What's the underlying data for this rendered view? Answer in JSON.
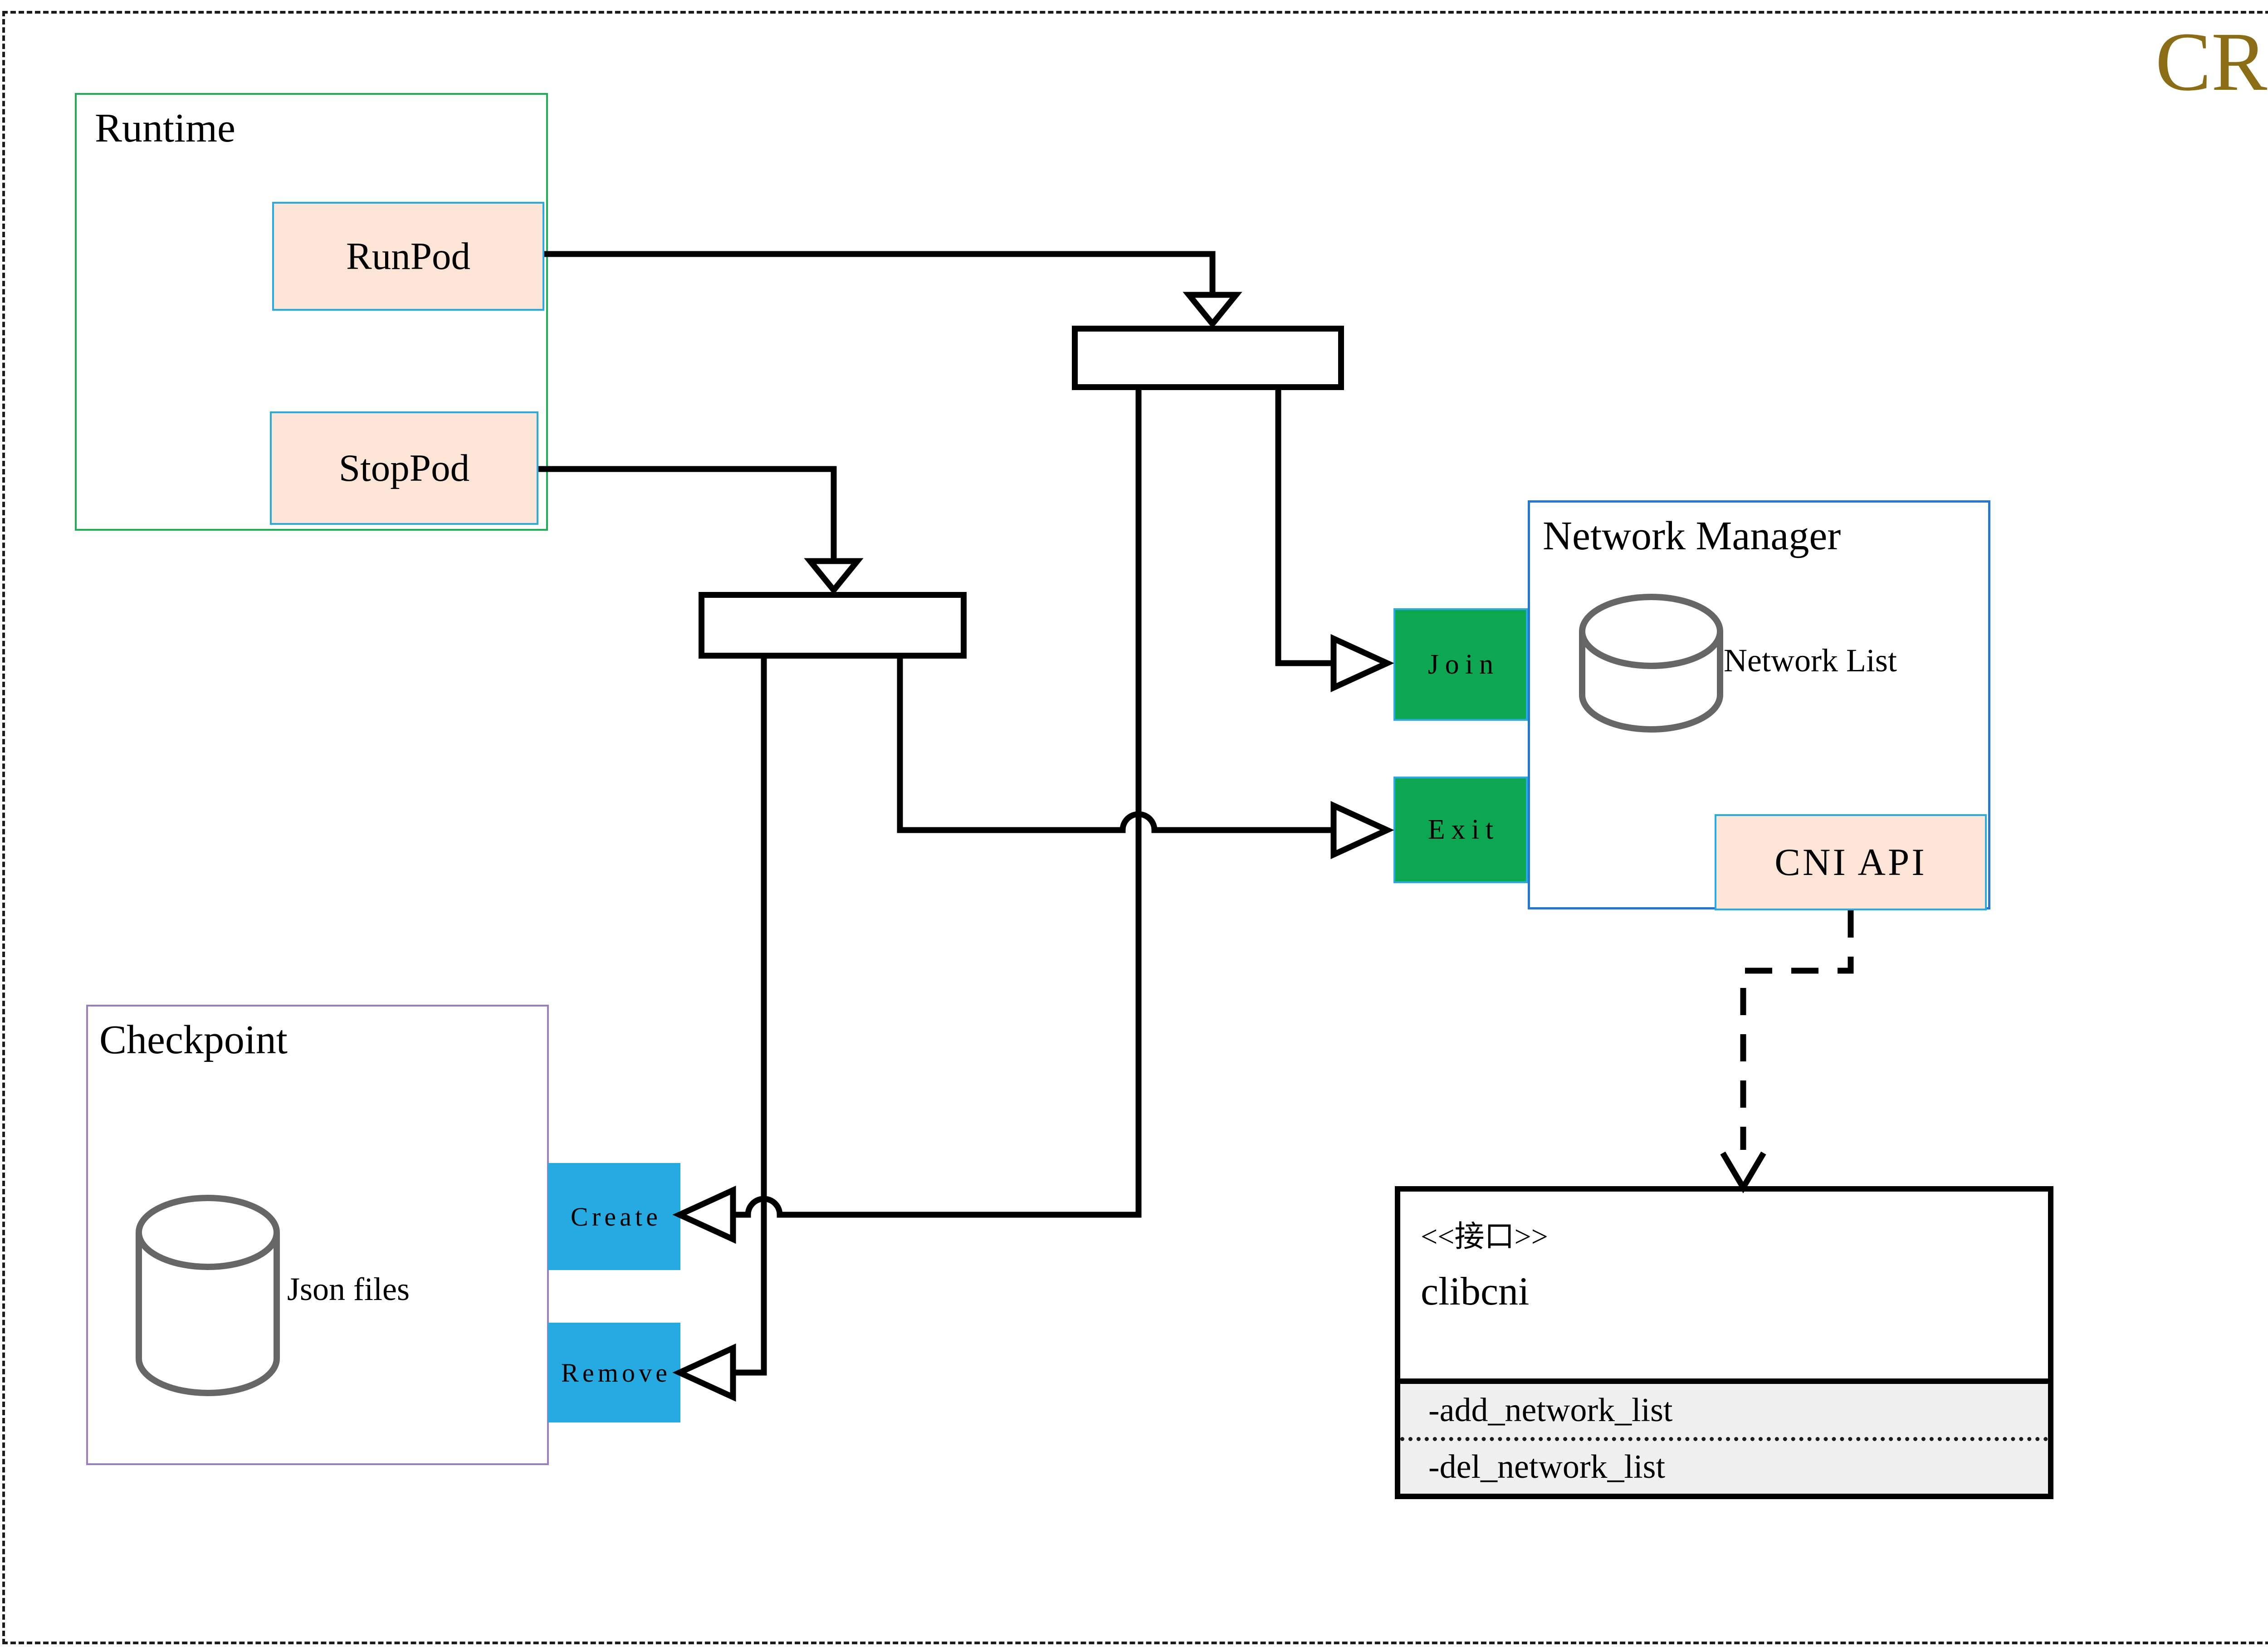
{
  "diagram_title": "CRI",
  "colors": {
    "cri_text": "#8a6d15",
    "runtime_border": "#1fae54",
    "button_fill": "#fce4d6",
    "button_border": "#29abe2",
    "nm_border": "#2279cf",
    "green_fill": "#0ca750",
    "cyan_fill": "#25aae1",
    "checkpoint_border": "#9a7fc0",
    "cylinder_stroke": "#666666",
    "line_color": "#000000",
    "method_section_fill": "#efefef"
  },
  "runtime": {
    "title": "Runtime",
    "run_pod": "RunPod",
    "stop_pod": "StopPod"
  },
  "network_manager": {
    "title": "Network Manager",
    "network_list": "Network List",
    "join": "Join",
    "exit": "Exit",
    "cni_api": "CNI API"
  },
  "checkpoint": {
    "title": "Checkpoint",
    "json_files": "Json files",
    "create": "Create",
    "remove": "Remove"
  },
  "clibcni": {
    "stereotype": "<<接口>>",
    "name": "clibcni",
    "method_add": "-add_network_list",
    "method_del": "-del_network_list"
  }
}
